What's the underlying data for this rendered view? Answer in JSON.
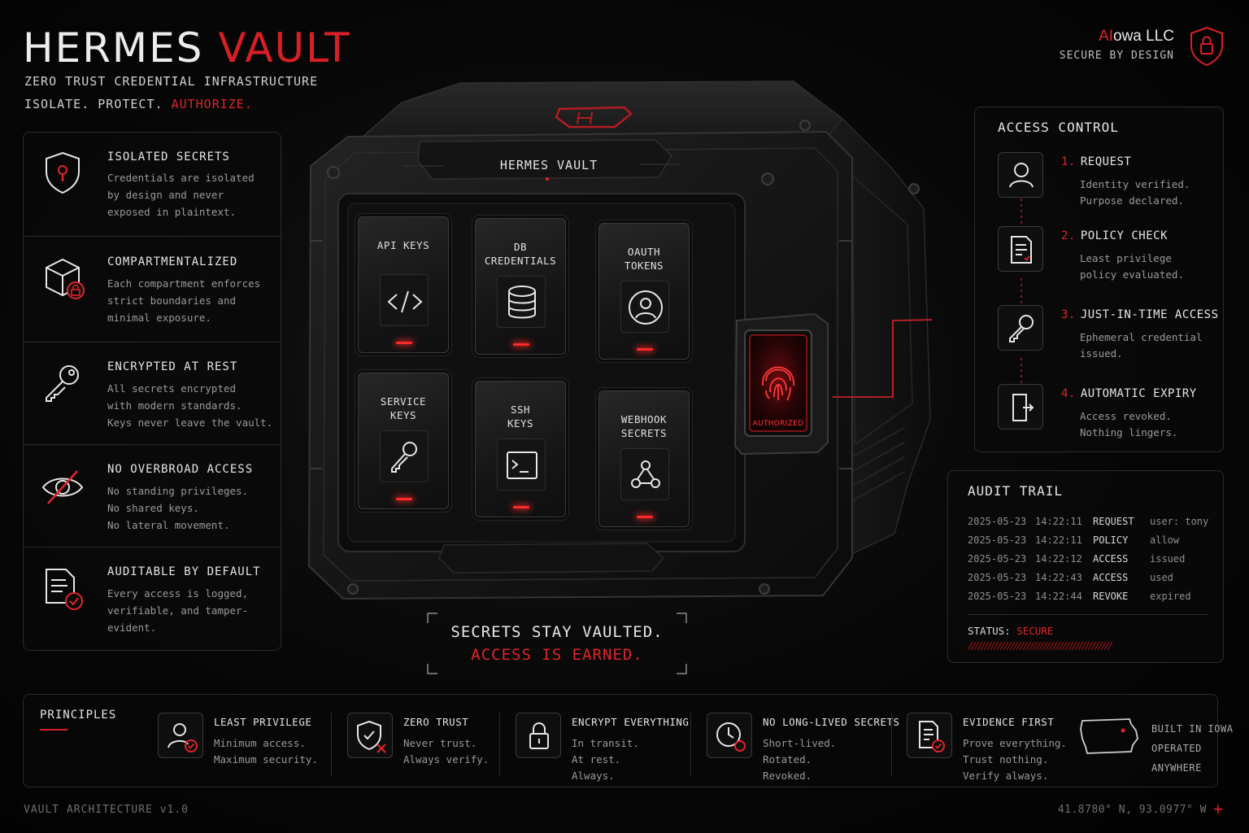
{
  "header": {
    "title_main": "HERMES",
    "title_accent": "VAULT",
    "subtitle": "ZERO TRUST CREDENTIAL INFRASTRUCTURE",
    "tagline_main": "ISOLATE. PROTECT.",
    "tagline_accent": "AUTHORIZE."
  },
  "company": {
    "name_accent": "AI",
    "name_rest": "owa LLC",
    "tagline": "SECURE BY DESIGN",
    "icon": "shield-lock-icon"
  },
  "features": [
    {
      "title": "ISOLATED SECRETS",
      "desc": [
        "Credentials are isolated",
        "by design and never",
        "exposed in plaintext."
      ],
      "icon": "shield-keyhole-icon"
    },
    {
      "title": "COMPARTMENTALIZED",
      "desc": [
        "Each compartment enforces",
        "strict boundaries and",
        "minimal exposure."
      ],
      "icon": "cube-lock-icon"
    },
    {
      "title": "ENCRYPTED AT REST",
      "desc": [
        "All secrets encrypted",
        "with modern standards.",
        "Keys never leave the vault."
      ],
      "icon": "key-icon"
    },
    {
      "title": "NO OVERBROAD ACCESS",
      "desc": [
        "No standing privileges.",
        "No shared keys.",
        "No lateral movement."
      ],
      "icon": "eye-slash-icon"
    },
    {
      "title": "AUDITABLE BY DEFAULT",
      "desc": [
        "Every access is logged,",
        "verifiable, and tamper-",
        "evident."
      ],
      "icon": "document-check-icon"
    }
  ],
  "vault": {
    "label": "HERMES VAULT",
    "compartments": [
      {
        "label": [
          "API KEYS"
        ],
        "icon": "code-icon"
      },
      {
        "label": [
          "DB",
          "CREDENTIALS"
        ],
        "icon": "database-icon"
      },
      {
        "label": [
          "OAUTH",
          "TOKENS"
        ],
        "icon": "user-circle-icon"
      },
      {
        "label": [
          "SERVICE",
          "KEYS"
        ],
        "icon": "key-icon"
      },
      {
        "label": [
          "SSH",
          "KEYS"
        ],
        "icon": "terminal-icon"
      },
      {
        "label": [
          "WEBHOOK",
          "SECRETS"
        ],
        "icon": "webhook-icon"
      }
    ],
    "scanner_status": "AUTHORIZED",
    "scanner_icon": "fingerprint-icon"
  },
  "motto": {
    "line1": "SECRETS STAY VAULTED.",
    "line2": "ACCESS IS EARNED."
  },
  "access_control": {
    "title": "ACCESS CONTROL",
    "steps": [
      {
        "num": "1.",
        "title": "REQUEST",
        "desc": [
          "Identity verified.",
          "Purpose declared."
        ],
        "icon": "user-icon"
      },
      {
        "num": "2.",
        "title": "POLICY CHECK",
        "desc": [
          "Least privilege",
          "policy evaluated."
        ],
        "icon": "policy-document-icon"
      },
      {
        "num": "3.",
        "title": "JUST-IN-TIME ACCESS",
        "desc": [
          "Ephemeral credential",
          "issued."
        ],
        "icon": "key-icon"
      },
      {
        "num": "4.",
        "title": "AUTOMATIC EXPIRY",
        "desc": [
          "Access revoked.",
          "Nothing lingers."
        ],
        "icon": "exit-door-icon"
      }
    ]
  },
  "audit": {
    "title": "AUDIT TRAIL",
    "rows": [
      {
        "date": "2025-05-23",
        "time": "14:22:11",
        "event": "REQUEST",
        "detail": "user: tony"
      },
      {
        "date": "2025-05-23",
        "time": "14:22:11",
        "event": "POLICY",
        "detail": "allow"
      },
      {
        "date": "2025-05-23",
        "time": "14:22:12",
        "event": "ACCESS",
        "detail": "issued"
      },
      {
        "date": "2025-05-23",
        "time": "14:22:43",
        "event": "ACCESS",
        "detail": "used"
      },
      {
        "date": "2025-05-23",
        "time": "14:22:44",
        "event": "REVOKE",
        "detail": "expired"
      }
    ],
    "status_label": "STATUS:",
    "status_value": "SECURE"
  },
  "principles": {
    "title": "PRINCIPLES",
    "items": [
      {
        "title": "LEAST PRIVILEGE",
        "desc": [
          "Minimum access.",
          "Maximum security."
        ],
        "icon": "user-check-icon"
      },
      {
        "title": "ZERO TRUST",
        "desc": [
          "Never trust.",
          "Always verify."
        ],
        "icon": "shield-x-icon"
      },
      {
        "title": "ENCRYPT EVERYTHING",
        "desc": [
          "In transit.",
          "At rest.",
          "Always."
        ],
        "icon": "padlock-icon"
      },
      {
        "title": "NO LONG-LIVED SECRETS",
        "desc": [
          "Short-lived.",
          "Rotated.",
          "Revoked."
        ],
        "icon": "clock-icon"
      },
      {
        "title": "EVIDENCE FIRST",
        "desc": [
          "Prove everything.",
          "Trust nothing.",
          "Verify always."
        ],
        "icon": "document-check-icon"
      }
    ],
    "built": [
      "BUILT IN IOWA",
      "OPERATED",
      "ANYWHERE"
    ],
    "map_icon": "iowa-map-icon"
  },
  "footer": {
    "left": "VAULT ARCHITECTURE v1.0",
    "right": "41.8780° N, 93.0977° W"
  },
  "colors": {
    "accent": "#e0242a",
    "background": "#050505",
    "panel_border": "#2c2c2c",
    "text": "#e6e6e6",
    "muted": "#9a9a9a"
  }
}
